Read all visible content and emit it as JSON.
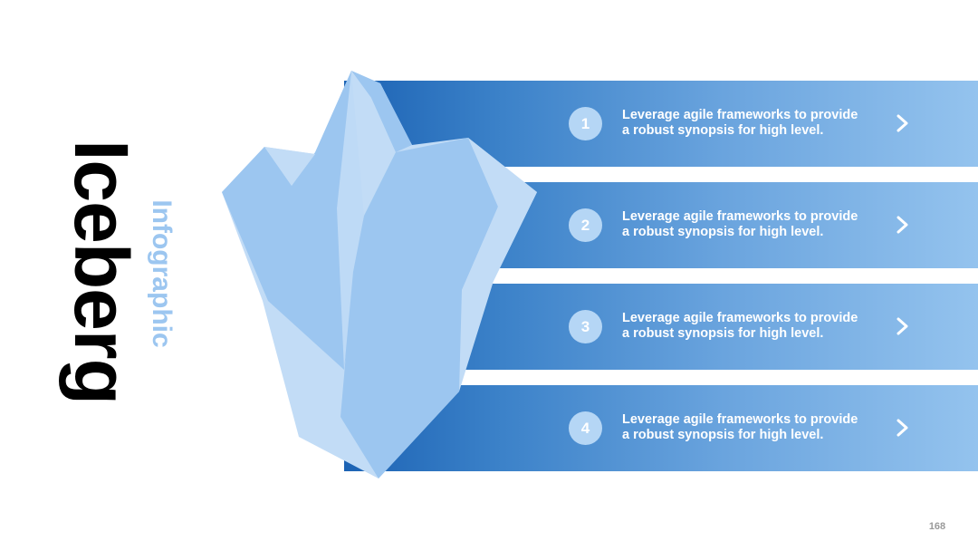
{
  "title": {
    "main": "Iceberg",
    "sub": "Infographic"
  },
  "items": [
    {
      "number": "1",
      "text": "Leverage agile frameworks to provide\na robust synopsis for high level.",
      "icon": "chevron-right-icon"
    },
    {
      "number": "2",
      "text": "Leverage agile frameworks to provide\na robust synopsis for high level.",
      "icon": "chevron-right-icon"
    },
    {
      "number": "3",
      "text": "Leverage agile frameworks to provide\na robust synopsis for high level.",
      "icon": "chevron-right-icon"
    },
    {
      "number": "4",
      "text": "Leverage agile frameworks to provide\na robust synopsis for high level.",
      "icon": "chevron-right-icon"
    }
  ],
  "page_number": "168",
  "colors": {
    "band_start": "#1c63b4",
    "band_end": "#94c3ee",
    "iceberg_light": "#c2dcf6",
    "iceberg_mid": "#9cc6f0",
    "subtitle": "#9cc6f0",
    "number_circle": "#b5d6f5"
  }
}
